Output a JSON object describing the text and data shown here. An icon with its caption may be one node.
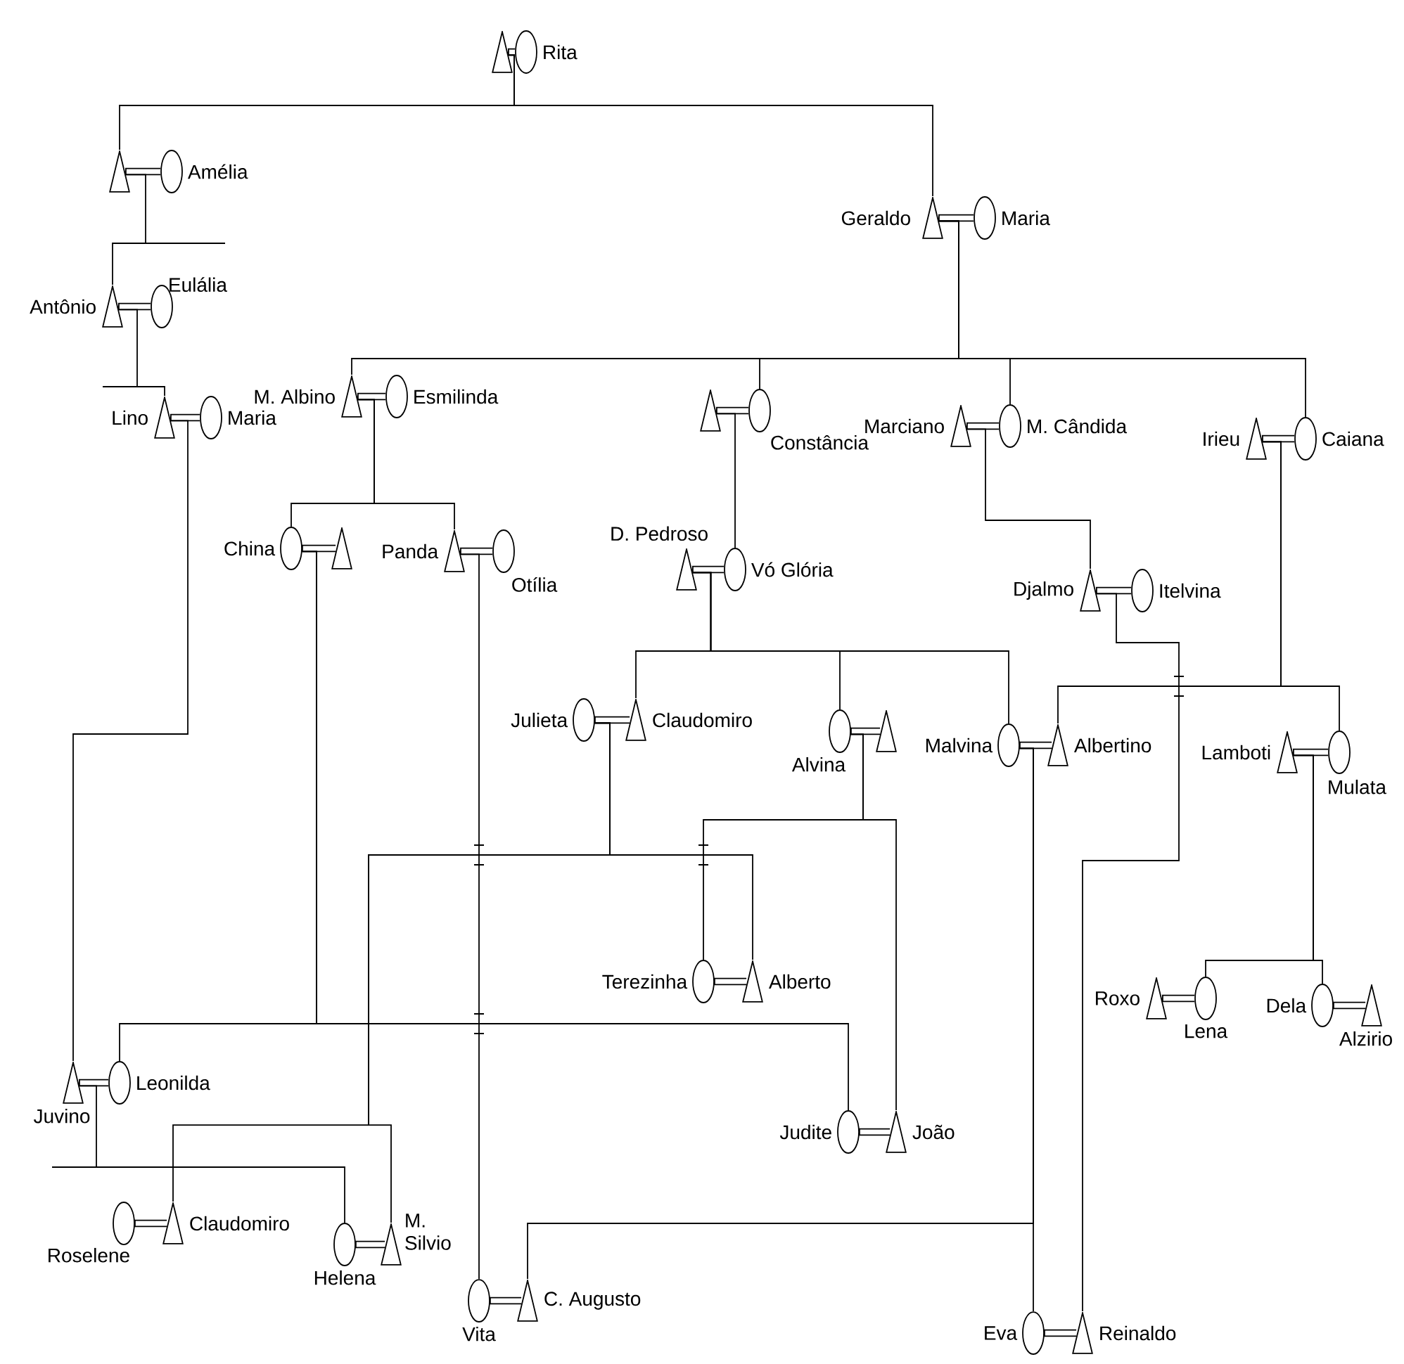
{
  "diagram": {
    "nodes": [
      {
        "text": [],
        "shape": "triangle"
      },
      {
        "text": [],
        "shape": "circle",
        "beside": [
          "Rita"
        ]
      },
      {
        "text": [],
        "shape": "triangle"
      },
      {
        "text": [],
        "shape": "circle",
        "beside": [
          "Amélia"
        ]
      },
      {
        "text": [],
        "shape": "triangle",
        "beside": [
          "Geraldo"
        ]
      },
      {
        "text": [],
        "shape": "circle",
        "beside": [
          "Maria"
        ]
      },
      {
        "text": [],
        "shape": "triangle",
        "beside": [
          "Antônio"
        ]
      },
      {
        "text": [],
        "shape": "circle",
        "beside": [
          "Eulália"
        ]
      },
      {
        "text": [],
        "shape": "triangle",
        "beside": [
          "Lino"
        ]
      },
      {
        "text": [],
        "shape": "circle",
        "beside": [
          "Maria"
        ]
      },
      {
        "text": [],
        "shape": "triangle",
        "beside": [
          "M. Albino"
        ]
      },
      {
        "text": [],
        "shape": "circle",
        "beside": [
          "Esmilinda"
        ]
      },
      {
        "text": [],
        "shape": "triangle"
      },
      {
        "text": [],
        "shape": "circle",
        "beside": [
          "Constância"
        ]
      },
      {
        "text": [],
        "shape": "triangle",
        "beside": [
          "Marciano"
        ]
      },
      {
        "text": [],
        "shape": "circle",
        "beside": [
          "M. Cândida"
        ]
      },
      {
        "text": [],
        "shape": "triangle",
        "beside": [
          "Irieu"
        ]
      },
      {
        "text": [],
        "shape": "circle",
        "beside": [
          "Caiana"
        ]
      },
      {
        "text": [],
        "shape": "circle",
        "beside": [
          "China"
        ]
      },
      {
        "text": [],
        "shape": "triangle"
      },
      {
        "text": [],
        "shape": "triangle",
        "beside": [
          "Panda"
        ]
      },
      {
        "text": [],
        "shape": "circle",
        "beside": [
          "Otília"
        ]
      },
      {
        "text": [],
        "shape": "triangle",
        "beside": [
          "D. Pedroso"
        ]
      },
      {
        "text": [],
        "shape": "circle",
        "beside": [
          "Vó Glória"
        ]
      },
      {
        "text": [],
        "shape": "triangle",
        "beside": [
          "Djalmo"
        ]
      },
      {
        "text": [],
        "shape": "circle",
        "beside": [
          "Itelvina"
        ]
      },
      {
        "text": [],
        "shape": "circle",
        "beside": [
          "Julieta"
        ]
      },
      {
        "text": [],
        "shape": "triangle",
        "beside": [
          "Claudomiro"
        ]
      },
      {
        "text": [],
        "shape": "circle",
        "beside": [
          "Alvina"
        ]
      },
      {
        "text": [],
        "shape": "triangle"
      },
      {
        "text": [],
        "shape": "circle",
        "beside": [
          "Malvina"
        ]
      },
      {
        "text": [],
        "shape": "triangle",
        "beside": [
          "Albertino"
        ]
      },
      {
        "text": [],
        "shape": "triangle",
        "beside": [
          "Lamboti"
        ]
      },
      {
        "text": [],
        "shape": "circle",
        "beside": [
          "Mulata"
        ]
      },
      {
        "text": [],
        "shape": "circle",
        "beside": [
          "Terezinha"
        ]
      },
      {
        "text": [],
        "shape": "triangle",
        "beside": [
          "Alberto"
        ]
      },
      {
        "text": [],
        "shape": "triangle",
        "beside": [
          "Roxo"
        ]
      },
      {
        "text": [],
        "shape": "circle",
        "beside": [
          "Lena"
        ]
      },
      {
        "text": [],
        "shape": "circle",
        "beside": [
          "Dela"
        ]
      },
      {
        "text": [],
        "shape": "triangle",
        "beside": [
          "Alzirio"
        ]
      },
      {
        "text": [],
        "shape": "triangle",
        "beside": [
          "Juvino"
        ]
      },
      {
        "text": [],
        "shape": "circle",
        "beside": [
          "Leonilda"
        ]
      },
      {
        "text": [],
        "shape": "circle",
        "beside": [
          "Judite"
        ]
      },
      {
        "text": [],
        "shape": "triangle",
        "beside": [
          "João"
        ]
      },
      {
        "text": [],
        "shape": "circle",
        "beside": [
          "Roselene"
        ]
      },
      {
        "text": [],
        "shape": "triangle",
        "beside": [
          "Claudomiro"
        ]
      },
      {
        "text": [],
        "shape": "circle",
        "beside": [
          "Helena"
        ]
      },
      {
        "text": [],
        "shape": "triangle",
        "beside": [
          "M. Silvio"
        ]
      },
      {
        "text": [],
        "shape": "circle",
        "beside": [
          "Vita"
        ]
      },
      {
        "text": [],
        "shape": "triangle",
        "beside": [
          "C. Augusto"
        ]
      },
      {
        "text": [],
        "shape": "circle",
        "beside": [
          "Eva"
        ]
      },
      {
        "text": [],
        "shape": "triangle",
        "beside": [
          "Reinaldo"
        ]
      }
    ],
    "edges": [
      {
        "from": 0,
        "to": 1,
        "arrow": "none"
      },
      {
        "from": 2,
        "to": 3,
        "arrow": "none"
      },
      {
        "from": 4,
        "to": 5,
        "arrow": "none"
      },
      {
        "from": 6,
        "to": 7,
        "arrow": "none"
      },
      {
        "from": 8,
        "to": 9,
        "arrow": "none"
      },
      {
        "from": 10,
        "to": 11,
        "arrow": "none"
      },
      {
        "from": 12,
        "to": 13,
        "arrow": "none"
      },
      {
        "from": 14,
        "to": 15,
        "arrow": "none"
      },
      {
        "from": 16,
        "to": 17,
        "arrow": "none"
      },
      {
        "from": 18,
        "to": 19,
        "arrow": "none"
      },
      {
        "from": 20,
        "to": 21,
        "arrow": "none"
      },
      {
        "from": 22,
        "to": 23,
        "arrow": "none"
      },
      {
        "from": 24,
        "to": 25,
        "arrow": "none"
      },
      {
        "from": 26,
        "to": 27,
        "arrow": "none"
      },
      {
        "from": 28,
        "to": 29,
        "arrow": "none"
      },
      {
        "from": 30,
        "to": 31,
        "arrow": "none"
      },
      {
        "from": 32,
        "to": 33,
        "arrow": "none"
      },
      {
        "from": 34,
        "to": 35,
        "arrow": "none"
      },
      {
        "from": 36,
        "to": 37,
        "arrow": "none"
      },
      {
        "from": 38,
        "to": 39,
        "arrow": "none"
      },
      {
        "from": 40,
        "to": 41,
        "arrow": "none"
      },
      {
        "from": 42,
        "to": 43,
        "arrow": "none"
      },
      {
        "from": 44,
        "to": 45,
        "arrow": "none"
      },
      {
        "from": 46,
        "to": 47,
        "arrow": "none"
      },
      {
        "from": 48,
        "to": 49,
        "arrow": "none"
      },
      {
        "from": 50,
        "to": 51,
        "arrow": "none"
      },
      {
        "from": 0,
        "to": 2,
        "arrow": "none"
      },
      {
        "from": 0,
        "to": 4,
        "arrow": "none"
      },
      {
        "from": 2,
        "to": 6,
        "arrow": "none"
      },
      {
        "from": 6,
        "to": 8,
        "arrow": "none"
      },
      {
        "from": 8,
        "to": 40,
        "arrow": "none"
      },
      {
        "from": 4,
        "to": 10,
        "arrow": "none"
      },
      {
        "from": 4,
        "to": 13,
        "arrow": "none"
      },
      {
        "from": 4,
        "to": 15,
        "arrow": "none"
      },
      {
        "from": 4,
        "to": 17,
        "arrow": "none"
      },
      {
        "from": 10,
        "to": 18,
        "arrow": "none"
      },
      {
        "from": 10,
        "to": 20,
        "arrow": "none"
      },
      {
        "from": 12,
        "to": 23,
        "arrow": "none"
      },
      {
        "from": 14,
        "to": 24,
        "arrow": "none"
      },
      {
        "from": 16,
        "to": 31,
        "arrow": "none"
      },
      {
        "from": 16,
        "to": 33,
        "arrow": "none"
      },
      {
        "from": 22,
        "to": 27,
        "arrow": "none"
      },
      {
        "from": 22,
        "to": 28,
        "arrow": "none"
      },
      {
        "from": 22,
        "to": 30,
        "arrow": "none"
      },
      {
        "from": 18,
        "to": 41,
        "arrow": "none"
      },
      {
        "from": 18,
        "to": 42,
        "arrow": "none"
      },
      {
        "from": 20,
        "to": 48,
        "arrow": "none"
      },
      {
        "from": 24,
        "to": 51,
        "arrow": "none"
      },
      {
        "from": 26,
        "to": 45,
        "arrow": "none"
      },
      {
        "from": 26,
        "to": 47,
        "arrow": "none"
      },
      {
        "from": 26,
        "to": 35,
        "arrow": "none"
      },
      {
        "from": 28,
        "to": 34,
        "arrow": "none"
      },
      {
        "from": 28,
        "to": 43,
        "arrow": "none"
      },
      {
        "from": 30,
        "to": 49,
        "arrow": "none"
      },
      {
        "from": 30,
        "to": 50,
        "arrow": "none"
      },
      {
        "from": 32,
        "to": 37,
        "arrow": "none"
      },
      {
        "from": 32,
        "to": 38,
        "arrow": "none"
      },
      {
        "from": 40,
        "to": 46,
        "arrow": "none"
      }
    ]
  }
}
